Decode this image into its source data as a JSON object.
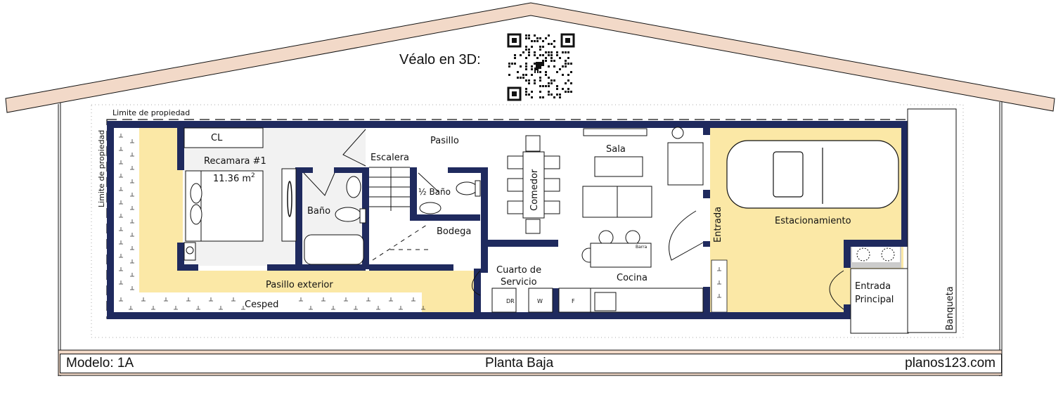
{
  "header": {
    "view_3d_label": "Véalo en 3D:",
    "qr_code": "qr-code-icon"
  },
  "labels": {
    "limite_top": "Limite de propiedad",
    "limite_left": "Limite de propiedad",
    "closet": "CL",
    "bedroom": "Recamara #1",
    "bedroom_area": "11.36 m",
    "bedroom_area_sup": "2",
    "bathroom": "Baño",
    "stairs": "Escalera",
    "hallway": "Pasillo",
    "half_bath": "½ Baño",
    "storage": "Bodega",
    "dining": "Comedor",
    "living": "Sala",
    "bar": "Barra",
    "kitchen": "Cocina",
    "service_room_1": "Cuarto de",
    "service_room_2": "Servicio",
    "dryer": "DR",
    "washer": "W",
    "fridge": "F",
    "entry": "Entrada",
    "parking": "Estacionamiento",
    "main_entry_1": "Entrada",
    "main_entry_2": "Principal",
    "sidewalk": "Banqueta",
    "exterior_hall": "Pasillo exterior",
    "lawn": "Cesped"
  },
  "footer": {
    "model": "Modelo: 1A",
    "title": "Planta Baja",
    "site": "planos123.com"
  },
  "colors": {
    "wall": "#1f2a5e",
    "exterior_floor": "#fbe8a6",
    "roof": "#f2d9c8",
    "bedroom_floor": "#f2f2f2"
  }
}
